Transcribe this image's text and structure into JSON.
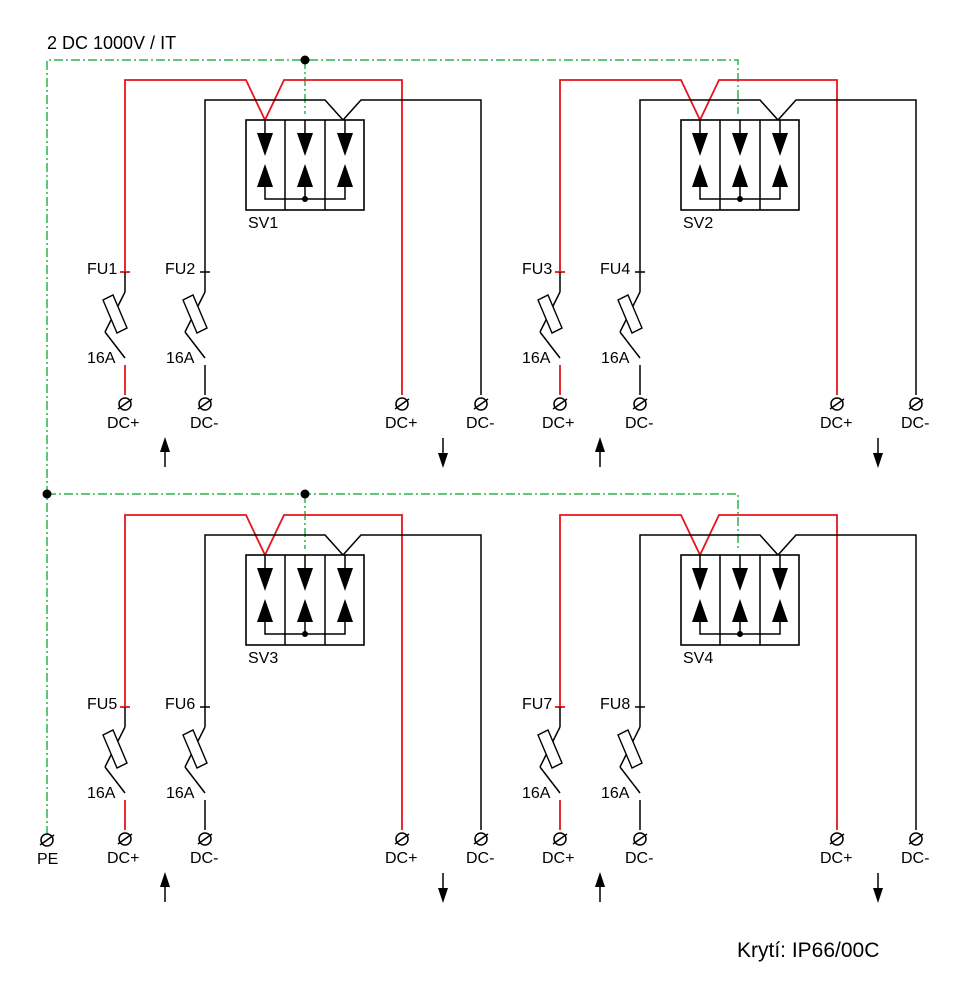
{
  "header": {
    "title": "2 DC 1000V / IT"
  },
  "footer": {
    "protection": "Krytí: IP66/00C"
  },
  "colors": {
    "plus_wire": "#e8141b",
    "minus_wire": "#000000",
    "pe_wire": "#2fb34a"
  },
  "pe_terminal": {
    "label": "PE"
  },
  "blocks": [
    {
      "surge": "SV1",
      "fuse_plus": "FU1",
      "fuse_minus": "FU2",
      "rating_plus": "16A",
      "rating_minus": "16A",
      "in_plus": "DC+",
      "in_minus": "DC-",
      "out_plus": "DC+",
      "out_minus": "DC-"
    },
    {
      "surge": "SV2",
      "fuse_plus": "FU3",
      "fuse_minus": "FU4",
      "rating_plus": "16A",
      "rating_minus": "16A",
      "in_plus": "DC+",
      "in_minus": "DC-",
      "out_plus": "DC+",
      "out_minus": "DC-"
    },
    {
      "surge": "SV3",
      "fuse_plus": "FU5",
      "fuse_minus": "FU6",
      "rating_plus": "16A",
      "rating_minus": "16A",
      "in_plus": "DC+",
      "in_minus": "DC-",
      "out_plus": "DC+",
      "out_minus": "DC-"
    },
    {
      "surge": "SV4",
      "fuse_plus": "FU7",
      "fuse_minus": "FU8",
      "rating_plus": "16A",
      "rating_minus": "16A",
      "in_plus": "DC+",
      "in_minus": "DC-",
      "out_plus": "DC+",
      "out_minus": "DC-"
    }
  ]
}
